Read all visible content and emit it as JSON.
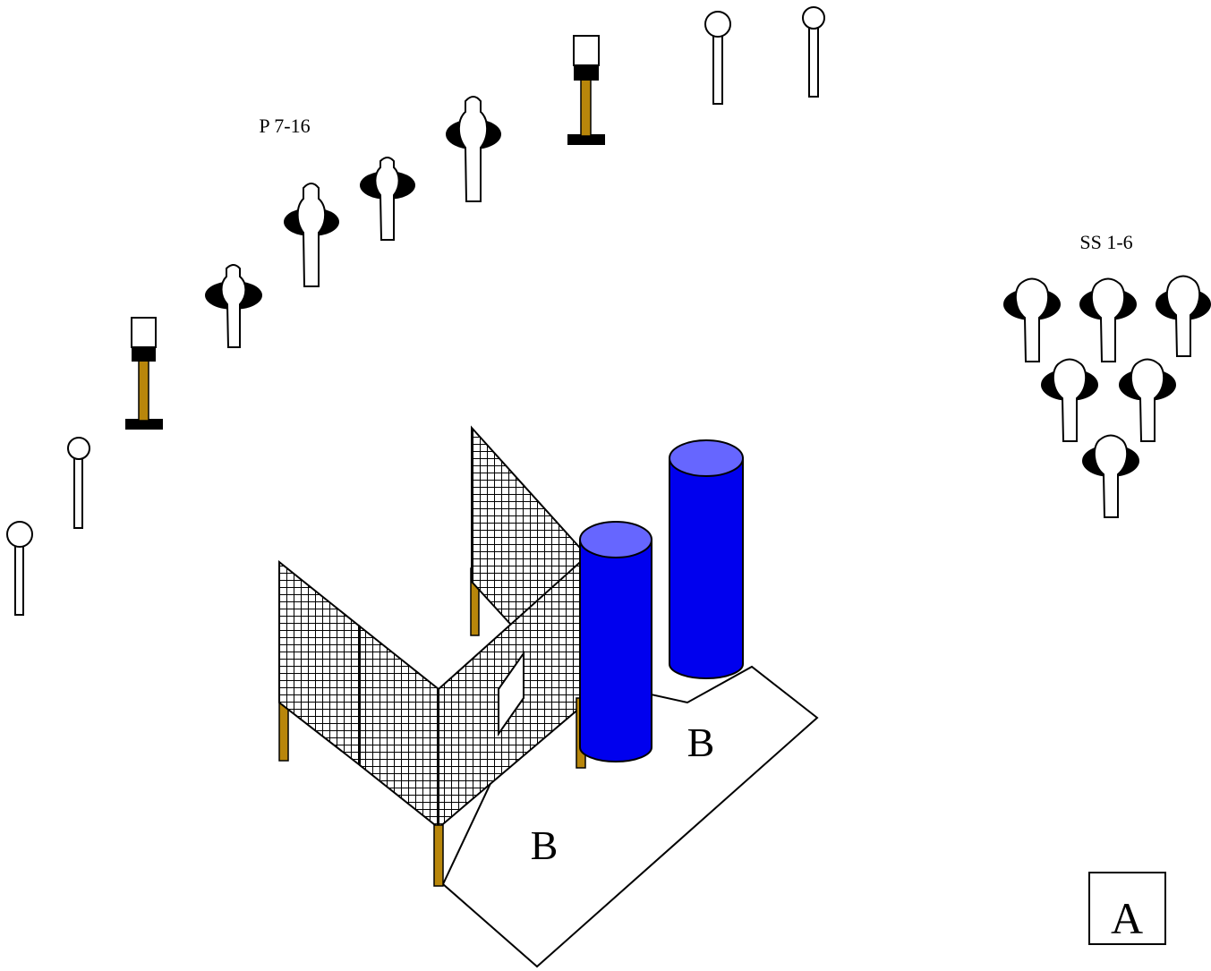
{
  "labels": {
    "poppers_group": "P 7-16",
    "steel_group": "SS 1-6",
    "shooting_area_1": "B",
    "shooting_area_2": "B",
    "start_position": "A"
  },
  "colors": {
    "barrel_body": "#0000ee",
    "barrel_top": "#6666ff",
    "wood_post": "#b8860b",
    "outline": "#000000",
    "fill": "#ffffff"
  },
  "icons": {
    "popper": "popper-target-icon",
    "paper_target": "paper-target-icon",
    "plate": "steel-plate-icon",
    "barrel": "barrel-icon",
    "mesh_wall": "mesh-wall-icon"
  }
}
